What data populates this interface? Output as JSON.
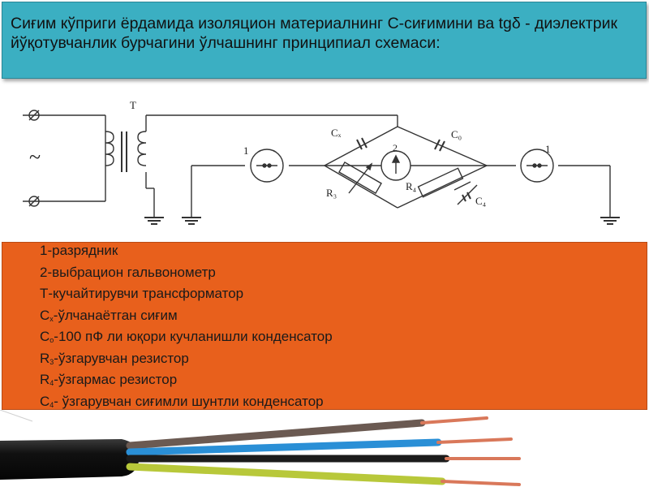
{
  "title": "Сиғим кўприги ёрдамида изоляцион материалнинг С-сиғимини  ва tgδ - диэлектрик  йўқотувчанлик бурчагини  ўлчашнинг принципиал схемаси:",
  "diagram": {
    "label_T": "T",
    "label_tilde": "~",
    "label_1_left": "1",
    "label_2": "2",
    "label_1_right": "1",
    "label_Cx": "Cₓ",
    "label_C0": "C₀",
    "label_R3": "R₃",
    "label_R4": "R₄",
    "label_C4": "C₄"
  },
  "legend": [
    {
      "main": "1-разрядник",
      "sub": "",
      "rest": ""
    },
    {
      "main": "2-выбрацион гальвонометр",
      "sub": "",
      "rest": ""
    },
    {
      "main": "Т-кучайтирувчи трансформатор",
      "sub": "",
      "rest": ""
    },
    {
      "main": "С",
      "sub": "х",
      "rest": "-ўлчанаётган сиғим"
    },
    {
      "main": "С",
      "sub": "о",
      "rest": "-100 пФ ли юқори кучланишли конденсатор"
    },
    {
      "main": "R",
      "sub": "3",
      "rest": "-ўзгарувчан резистор"
    },
    {
      "main": "R",
      "sub": "4",
      "rest": "-ўзгармас резистор"
    },
    {
      "main": "С",
      "sub": "4",
      "rest": "- ўзгарувчан сиғимли шунтли конденсатор"
    }
  ],
  "colors": {
    "title_bg": "#3bafc2",
    "legend_bg": "#e8601c",
    "wire_black": "#1b1b1b",
    "wire_brown": "#6b5a52",
    "wire_blue": "#2a8fd6",
    "wire_yellow_green": "#b8c83a",
    "copper": "#d9785a"
  }
}
